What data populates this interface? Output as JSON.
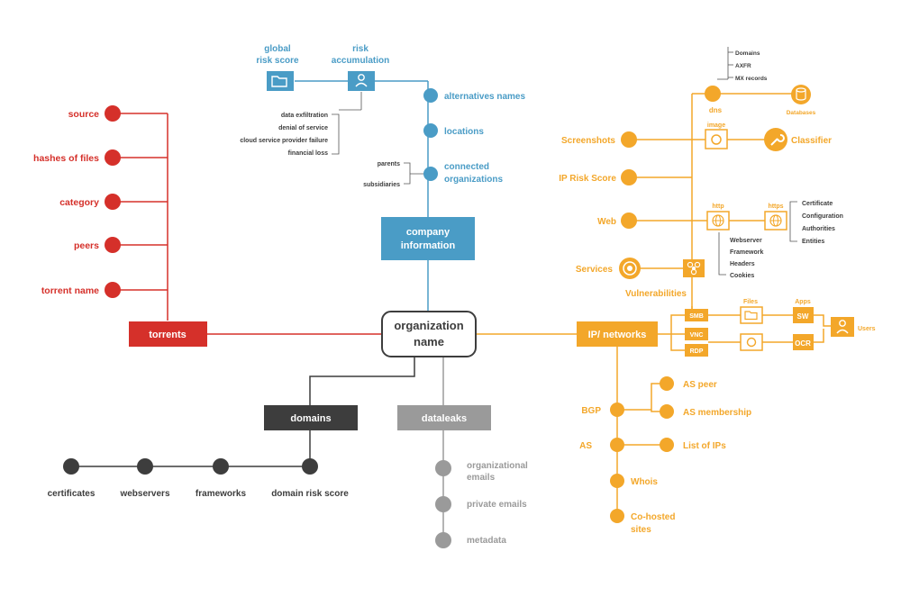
{
  "center": {
    "line1": "organization",
    "line2": "name"
  },
  "torrents": {
    "title": "torrents",
    "items": [
      "source",
      "hashes of files",
      "category",
      "peers",
      "torrent name"
    ]
  },
  "company": {
    "title_line1": "company",
    "title_line2": "information",
    "global_risk_line1": "global",
    "global_risk_line2": "risk score",
    "risk_acc_line1": "risk",
    "risk_acc_line2": "accumulation",
    "risk_items": [
      "data exfiltration",
      "denial of service",
      "cloud service provider failure",
      "financial loss"
    ],
    "alternatives": "alternatives names",
    "locations": "locations",
    "connected_line1": "connected",
    "connected_line2": "organizations",
    "parents": "parents",
    "subsidiaries": "subsidiaries"
  },
  "domains": {
    "title": "domains",
    "items": [
      "certificates",
      "webservers",
      "frameworks",
      "domain risk score"
    ]
  },
  "dataleaks": {
    "title": "dataleaks",
    "org_emails_line1": "organizational",
    "org_emails_line2": "emails",
    "private_emails": "private emails",
    "metadata": "metadata"
  },
  "ip": {
    "title": "IP/ networks",
    "dns": "dns",
    "dns_items": [
      "Domains",
      "AXFR",
      "MX records"
    ],
    "databases": "Databases",
    "image": "image",
    "screenshots": "Screenshots",
    "classifier": "Classifier",
    "ip_risk": "IP Risk Score",
    "web": "Web",
    "http": "http",
    "https": "https",
    "http_items": [
      "Webserver",
      "Framework",
      "Headers",
      "Cookies"
    ],
    "https_items": [
      "Certificate",
      "Configuration",
      "Authorities",
      "Entities"
    ],
    "services": "Services",
    "vulnerabilities": "Vulnerabilities",
    "smb": "SMB",
    "vnc": "VNC",
    "rdp": "RDP",
    "files": "Files",
    "apps": "Apps",
    "sw": "SW",
    "ocr": "OCR",
    "users": "Users",
    "bgp": "BGP",
    "as": "AS",
    "as_peer": "AS peer",
    "as_membership": "AS membership",
    "list_ips": "List of IPs",
    "whois": "Whois",
    "cohosted_line1": "Co-hosted",
    "cohosted_line2": "sites"
  },
  "colors": {
    "red": "#d5302a",
    "blue": "#4a9cc6",
    "orange": "#f3a72a",
    "dark": "#3d3d3d",
    "gray": "#9a9a9a"
  },
  "icons": [
    "folder-icon",
    "user-icon",
    "database-icon",
    "camera-icon",
    "wrench-icon",
    "globe-icon",
    "target-icon",
    "biohazard-icon"
  ]
}
